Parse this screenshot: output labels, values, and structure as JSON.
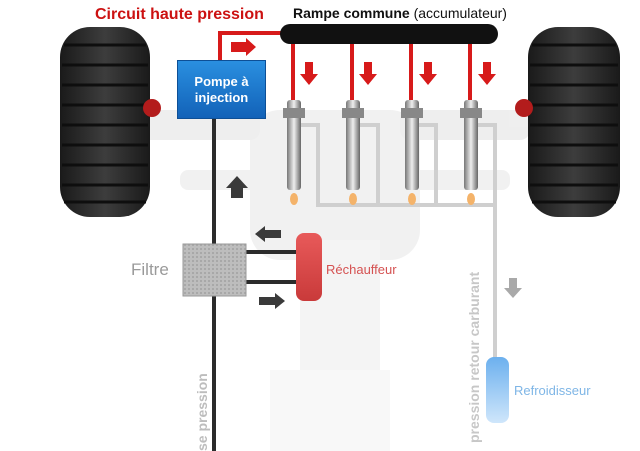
{
  "labels": {
    "high_pressure_circuit": "Circuit haute pression",
    "rail_bold": "Rampe commune",
    "rail_paren": "(accumulateur)",
    "pump_line1": "Pompe à",
    "pump_line2": "injection",
    "filter": "Filtre",
    "heater": "Réchauffeur",
    "cooler": "Refroidisseur",
    "low_pressure_partial": "se pression",
    "return_line": "pression retour carburant"
  },
  "colors": {
    "high_pressure": "#d71a1a",
    "rail": "#111111",
    "pump": "#1874cd",
    "heater": "#e04a4a",
    "cooler": "#8cc3f0",
    "low_pressure": "#2b2b2b",
    "return": "#cfcfcf"
  },
  "injector_count": 4
}
